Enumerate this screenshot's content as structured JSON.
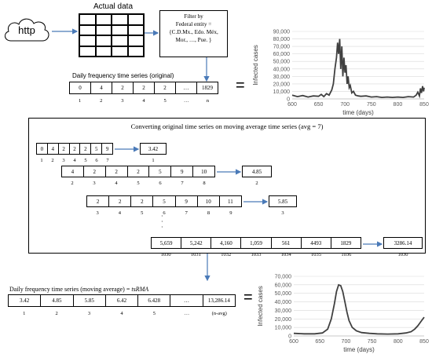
{
  "source": {
    "label": "http"
  },
  "actual_data": {
    "title": "Actual data"
  },
  "filter": {
    "lines": [
      "Filter by",
      "Federal entity =",
      "{C.D.Mx., Edo. Méx,",
      "Mor., …, Pue.  }"
    ]
  },
  "original_series": {
    "title": "Daily frequency time series (original)",
    "values": [
      "0",
      "4",
      "2",
      "2",
      "2",
      "…",
      "1829"
    ],
    "indices": [
      "1",
      "2",
      "3",
      "4",
      "5",
      "…",
      "n"
    ]
  },
  "equals_sign": "=",
  "moving_average_panel": {
    "title": "Converting original time series on moving average time series (avg = 7)",
    "rows": [
      {
        "values": [
          "0",
          "4",
          "2",
          "2",
          "2",
          "5",
          "9"
        ],
        "indices": [
          "1",
          "2",
          "3",
          "4",
          "5",
          "6",
          "7"
        ],
        "result": "3.42",
        "result_index": "1"
      },
      {
        "values": [
          "4",
          "2",
          "2",
          "2",
          "5",
          "9",
          "10"
        ],
        "indices": [
          "2",
          "3",
          "4",
          "5",
          "6",
          "7",
          "8"
        ],
        "result": "4.85",
        "result_index": "2"
      },
      {
        "values": [
          "2",
          "2",
          "2",
          "5",
          "9",
          "10",
          "11"
        ],
        "indices": [
          "3",
          "4",
          "5",
          "6",
          "7",
          "8",
          "9"
        ],
        "result": "5.85",
        "result_index": "3"
      },
      {
        "values": [
          "5,659",
          "5,242",
          "4,160",
          "1,059",
          "561",
          "4493",
          "1829"
        ],
        "indices": [
          "1030",
          "1031",
          "1032",
          "1033",
          "1034",
          "1035",
          "1036"
        ],
        "result": "3286.14",
        "result_index": "1030"
      }
    ],
    "ellipsis_dots": [
      "·",
      "·",
      "·"
    ]
  },
  "moving_average_series": {
    "title_text": "Daily frequency time series (moving average) = ",
    "title_symbol": "tsRMA",
    "values": [
      "3.42",
      "4.85",
      "5.85",
      "6.42",
      "6.428",
      "…",
      "13,286.14"
    ],
    "indices": [
      "1",
      "2",
      "3",
      "4",
      "5",
      "…",
      "(n-avg)"
    ]
  },
  "chart_data": [
    {
      "type": "line",
      "title": "",
      "xlabel": "time (days)",
      "ylabel": "Infected cases",
      "xlim": [
        600,
        850
      ],
      "ylim": [
        0,
        90000
      ],
      "xticks": [
        "600",
        "650",
        "700",
        "750",
        "800",
        "850"
      ],
      "yticks": [
        "0",
        "10,000",
        "20,000",
        "30,000",
        "40,000",
        "50,000",
        "60,000",
        "70,000",
        "80,000",
        "90,000"
      ],
      "series": [
        {
          "x": [
            600,
            610,
            620,
            630,
            640,
            650,
            655,
            660,
            665,
            670,
            675,
            678,
            681,
            684,
            686,
            688,
            690,
            692,
            694,
            696,
            698,
            700,
            702,
            704,
            706,
            708,
            710,
            713,
            716,
            720,
            725,
            730,
            740,
            750,
            760,
            770,
            780,
            790,
            800,
            810,
            820,
            830,
            835,
            838,
            841,
            843,
            845,
            847,
            849,
            850
          ],
          "y": [
            5000,
            3000,
            4500,
            2500,
            4000,
            3500,
            6000,
            3000,
            7000,
            5000,
            12000,
            20000,
            40000,
            55000,
            75000,
            60000,
            80000,
            40000,
            70000,
            30000,
            55000,
            35000,
            45000,
            20000,
            30000,
            15000,
            18000,
            8000,
            10000,
            5000,
            4000,
            3500,
            4000,
            2500,
            3000,
            2000,
            2500,
            2000,
            2500,
            2000,
            3000,
            2500,
            5000,
            9000,
            4000,
            14000,
            8000,
            17000,
            10000,
            15000
          ]
        }
      ]
    },
    {
      "type": "line",
      "title": "",
      "xlabel": "time (days)",
      "ylabel": "Infected cases",
      "xlim": [
        600,
        850
      ],
      "ylim": [
        0,
        70000
      ],
      "xticks": [
        "600",
        "650",
        "700",
        "750",
        "800",
        "850"
      ],
      "yticks": [
        "0",
        "10,000",
        "20,000",
        "30,000",
        "40,000",
        "50,000",
        "60,000",
        "70,000"
      ],
      "series": [
        {
          "x": [
            600,
            620,
            640,
            655,
            665,
            672,
            678,
            682,
            686,
            690,
            694,
            698,
            702,
            706,
            712,
            720,
            730,
            745,
            760,
            780,
            800,
            815,
            825,
            832,
            838,
            844,
            850
          ],
          "y": [
            3000,
            2500,
            2500,
            3500,
            8000,
            20000,
            38000,
            52000,
            60000,
            59000,
            52000,
            40000,
            28000,
            18000,
            10000,
            6000,
            4000,
            3000,
            2500,
            2200,
            2500,
            3500,
            5000,
            8000,
            12000,
            17000,
            22000
          ]
        }
      ]
    }
  ]
}
